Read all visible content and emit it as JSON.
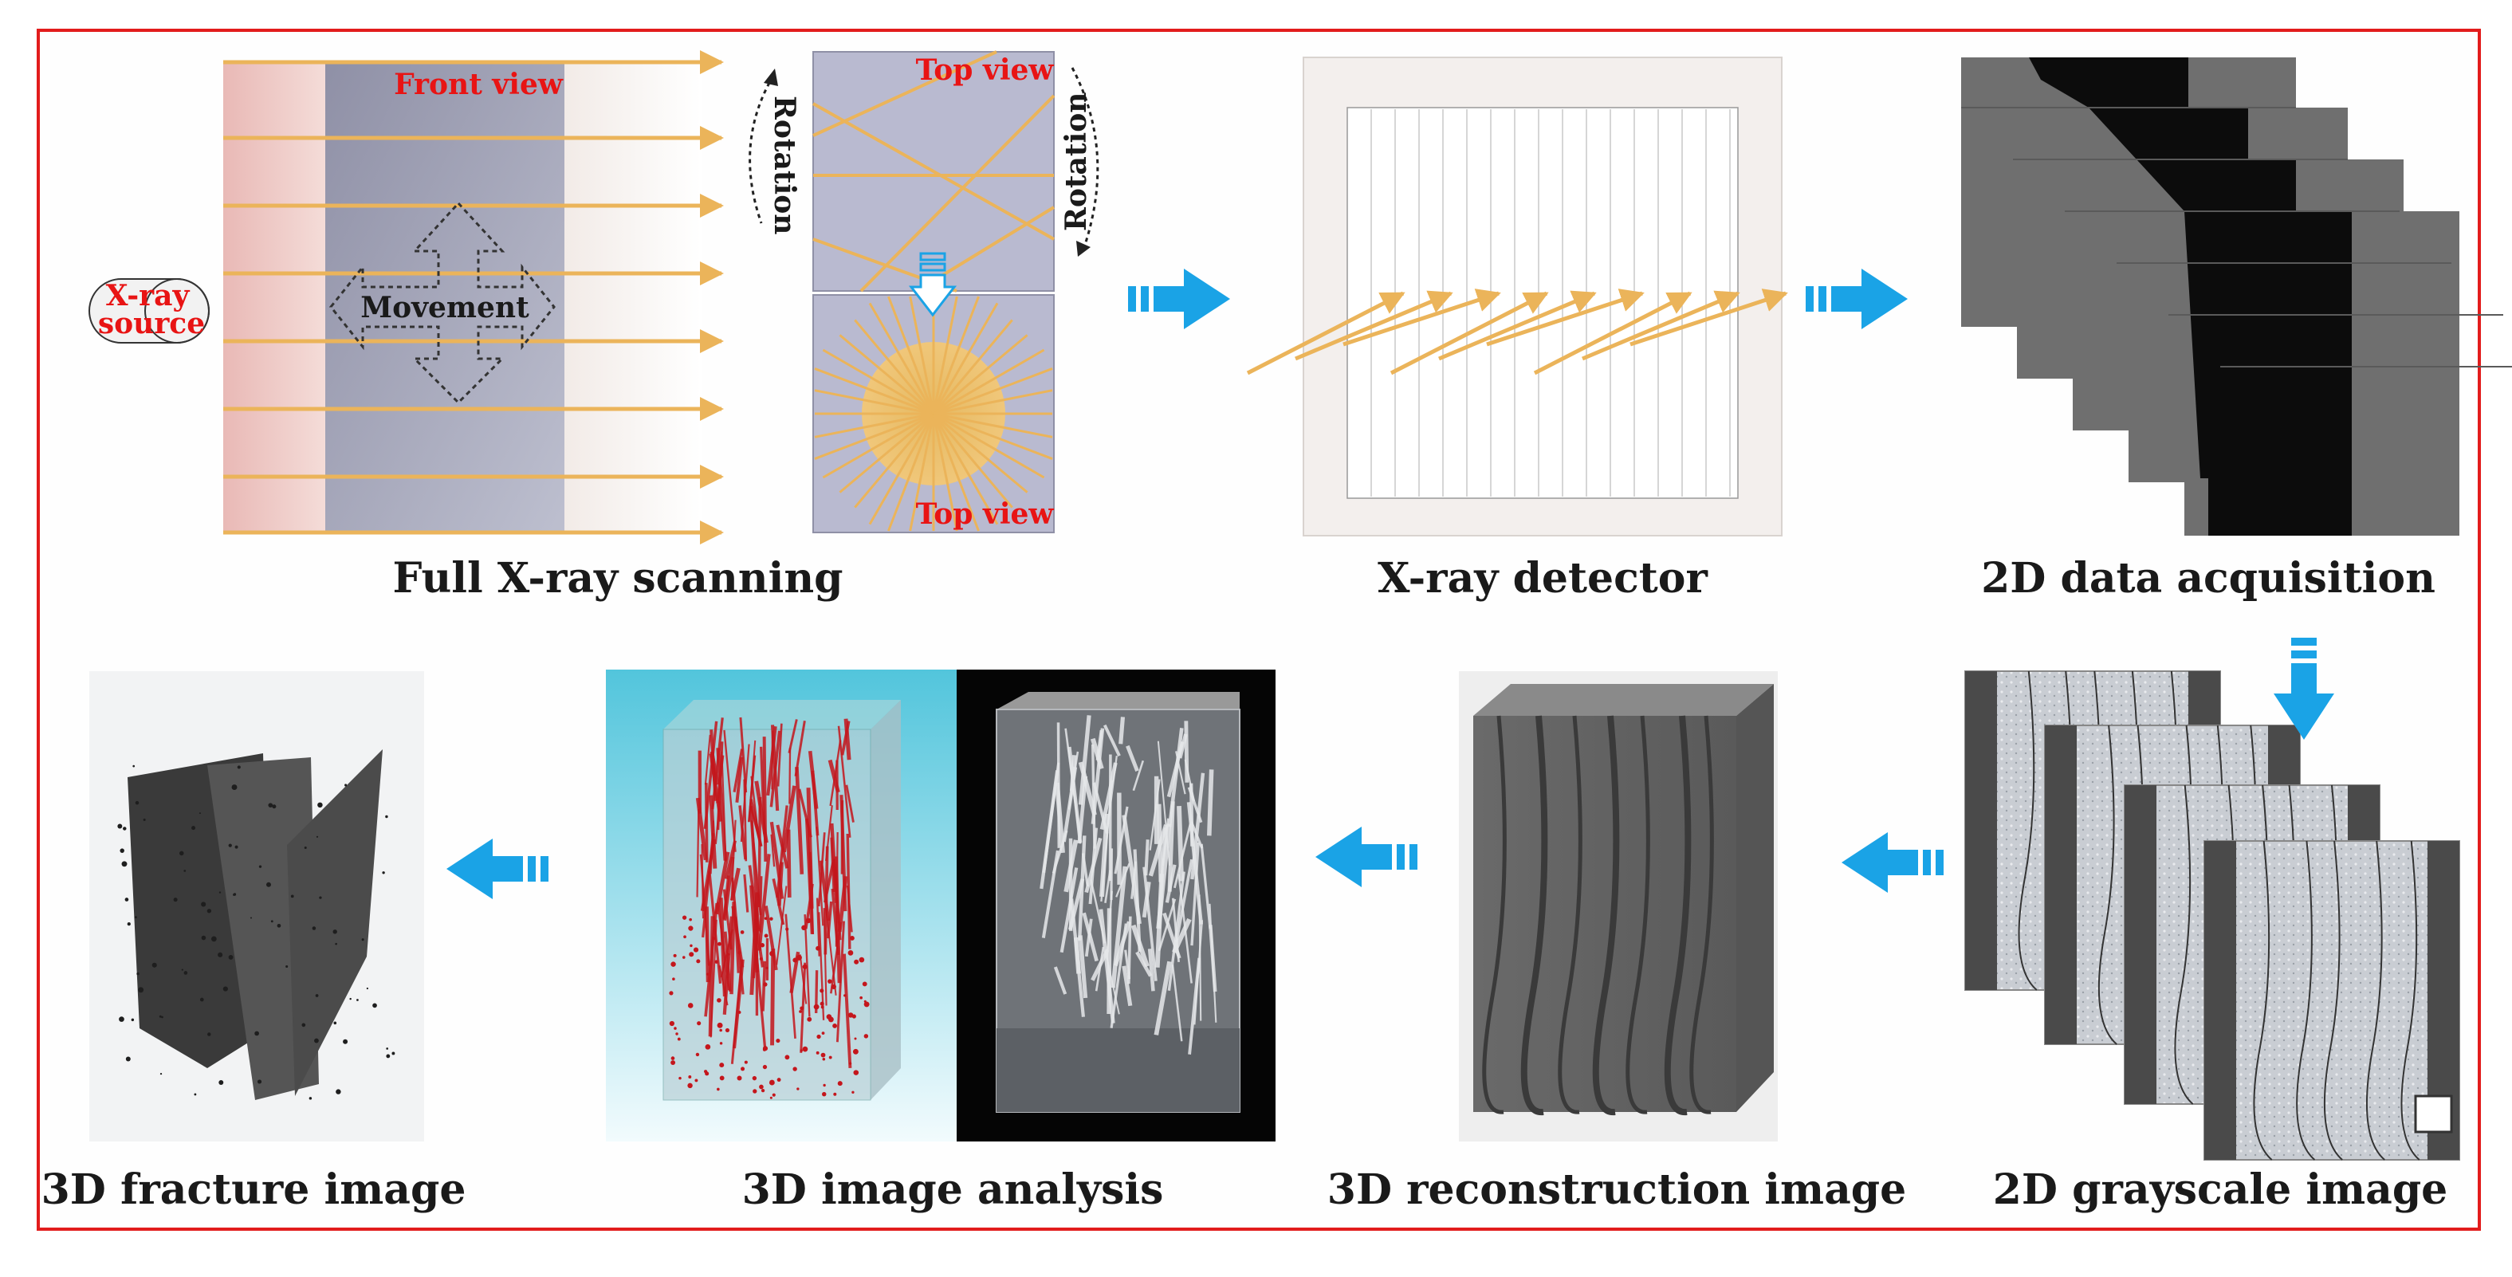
{
  "colors": {
    "frame": "#e21c1c",
    "ray": "#ebb45a",
    "flow_arrow": "#1aa3e6",
    "label_red": "#e81414",
    "fracture_red": "#c4161c",
    "resin_cyan": "#5cc9df"
  },
  "icons": {
    "flow_arrow": "striped-arrow-icon",
    "movement": "four-way-arrow-icon",
    "rotation": "curved-rotation-arrow-icon"
  },
  "scanning": {
    "front_view_label": "Front view",
    "movement_label": "Movement",
    "xray_source_label_1": "X-ray",
    "xray_source_label_2": "source",
    "rotation_label_left": "Rotation",
    "rotation_label_right": "Rotation",
    "top_view_label_top": "Top view",
    "top_view_label_bottom": "Top view",
    "caption": "Full X-ray scanning"
  },
  "detector": {
    "caption": "X-ray detector"
  },
  "acquisition": {
    "caption": "2D data acquisition"
  },
  "grayscale": {
    "caption": "2D grayscale image"
  },
  "reconstruction": {
    "caption": "3D reconstruction image"
  },
  "analysis": {
    "caption": "3D image analysis"
  },
  "fracture": {
    "caption": "3D fracture image"
  }
}
